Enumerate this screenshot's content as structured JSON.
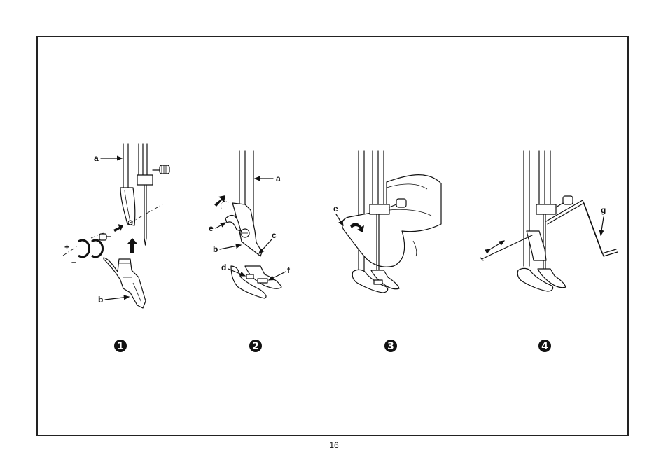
{
  "page": {
    "number": "16"
  },
  "steps": [
    {
      "marker": "1",
      "labels": {
        "a": "a",
        "b": "b",
        "plus": "+",
        "minus": "–"
      }
    },
    {
      "marker": "2",
      "labels": {
        "a": "a",
        "b": "b",
        "c": "c",
        "d": "d",
        "e": "e",
        "f": "f"
      }
    },
    {
      "marker": "3",
      "labels": {
        "e": "e"
      }
    },
    {
      "marker": "4",
      "labels": {
        "g": "g"
      }
    }
  ],
  "icons": {
    "step-marker": "filled-circle-number",
    "arrow": "black-arrow",
    "rotate": "circular-arrows"
  }
}
